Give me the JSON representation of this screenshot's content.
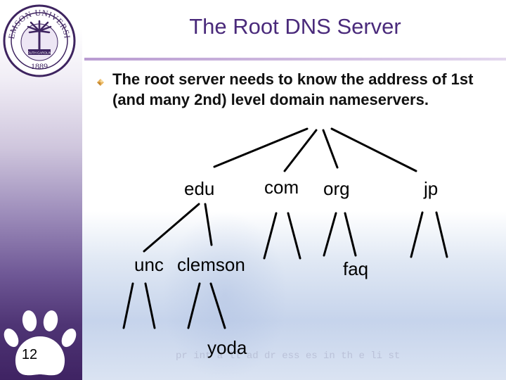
{
  "slide": {
    "title": "The Root DNS Server",
    "bullet": "The root server needs to know the address of 1st (and many 2nd) level domain nameservers.",
    "number": "12"
  },
  "seal": {
    "top_text": "CLEMSON UNIVERSITY",
    "state": "SOUTH CAROLINA",
    "year": "1889",
    "color": "#3e2460"
  },
  "tree": {
    "edu": "edu",
    "com": "com",
    "org": "org",
    "jp": "jp",
    "unc": "unc",
    "clemson": "clemson",
    "faq": "faq",
    "yoda": "yoda"
  },
  "background": {
    "code_text": "pr int a ll ad dr ess es in th e li st"
  },
  "colors": {
    "title": "#4a2a7b",
    "band_top": "#ffffff",
    "band_bottom": "#3f2363",
    "rule": "#b99bd1",
    "text": "#111111"
  }
}
